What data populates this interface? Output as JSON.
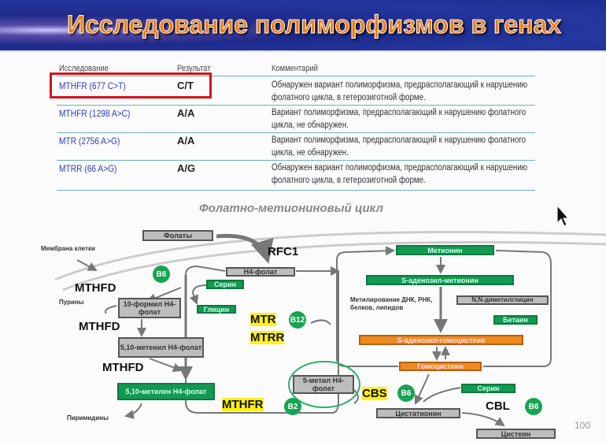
{
  "slide": {
    "title": "Исследование полиморфизмов в генах",
    "page_number": "100"
  },
  "table": {
    "headers": [
      "Исследование",
      "Результат",
      "Комментарий"
    ],
    "rows": [
      {
        "gene": "MTHFR (677 C>T)",
        "result": "C/T",
        "comment": "Обнаружен вариант полиморфизма, предрасполагающий к нарушению фолатного цикла, в гетерозиготной форме."
      },
      {
        "gene": "MTHFR (1298 A>C)",
        "result": "A/A",
        "comment": "Вариант полиморфизма, предрасполагающий к нарушению фолатного цикла, не обнаружен."
      },
      {
        "gene": "MTR (2756 A>G)",
        "result": "A/A",
        "comment": "Вариант полиморфизма, предрасполагающий к нарушению фолатного цикла, не обнаружен."
      },
      {
        "gene": "MTRR (66 A>G)",
        "result": "A/G",
        "comment": "Обнаружен вариант полиморфизма, предрасполагающий к нарушению фолатного цикла, в гетерозиготной форме."
      }
    ],
    "highlight_color": "#d4121e"
  },
  "diagram": {
    "title": "Фолатно-метиониновый цикл",
    "folates": "Фолаты",
    "membrane": "Мембрана клетки",
    "rfc1": "RFC1",
    "h4folate": "H4-фолат",
    "serine": "Серин",
    "glycine": "Глицин",
    "purines": "Пурины",
    "formyl": "10-формил H4-фолат",
    "methenyl": "5,10-метенил H4-фолат",
    "methylene": "5,10-метилен H4-фолат",
    "pyrimidines": "Пиримидины",
    "mthfd": "MTHFD",
    "mtr": "MTR",
    "mtrr": "MTRR",
    "mthfr": "MTHFR",
    "methyl": "5-метил H4-фолат",
    "b6": "B6",
    "b12": "B12",
    "b2": "B2",
    "methionine": "Метионин",
    "sam": "S-аденозил-метионин",
    "methylation": "Метилирование ДНК, РНК, белков, липидов",
    "dmg": "N,N-диметилглицин",
    "betaine": "Бетаин",
    "sah": "S-аденозил-гомоцистеин",
    "homocysteine": "Гомоцистеин",
    "cbs": "CBS",
    "serine2": "Серин",
    "cystathionine": "Цистатионин",
    "cbl": "CBL",
    "cysteine": "Цистеин"
  }
}
